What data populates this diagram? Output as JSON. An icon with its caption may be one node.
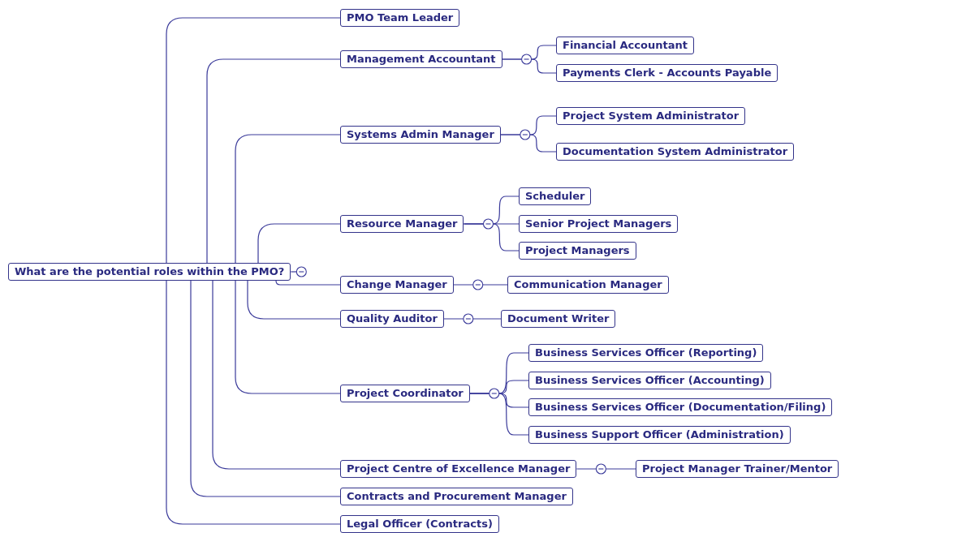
{
  "diagram": {
    "nodes": [
      {
        "text": [
          "What are the potential roles within the PMO?"
        ]
      },
      {
        "text": [
          "PMO Team Leader"
        ]
      },
      {
        "text": [
          "Management Accountant"
        ]
      },
      {
        "text": [
          "Financial Accountant"
        ]
      },
      {
        "text": [
          "Payments Clerk - Accounts Payable"
        ]
      },
      {
        "text": [
          "Systems Admin Manager"
        ]
      },
      {
        "text": [
          "Project System Administrator"
        ]
      },
      {
        "text": [
          "Documentation System Administrator"
        ]
      },
      {
        "text": [
          "Resource Manager"
        ]
      },
      {
        "text": [
          "Scheduler"
        ]
      },
      {
        "text": [
          "Senior Project Managers"
        ]
      },
      {
        "text": [
          "Project Managers"
        ]
      },
      {
        "text": [
          "Change Manager"
        ]
      },
      {
        "text": [
          "Communication Manager"
        ]
      },
      {
        "text": [
          "Quality Auditor"
        ]
      },
      {
        "text": [
          "Document Writer"
        ]
      },
      {
        "text": [
          "Project Coordinator"
        ]
      },
      {
        "text": [
          "Business Services Officer (Reporting)"
        ]
      },
      {
        "text": [
          "Business Services Officer (Accounting)"
        ]
      },
      {
        "text": [
          "Business Services Officer (Documentation/Filing)"
        ]
      },
      {
        "text": [
          "Business Support Officer (Administration)"
        ]
      },
      {
        "text": [
          "Project Centre of Excellence Manager"
        ]
      },
      {
        "text": [
          "Project Manager Trainer/Mentor"
        ]
      },
      {
        "text": [
          "Contracts and Procurement Manager"
        ]
      },
      {
        "text": [
          "Legal Officer (Contracts)"
        ]
      }
    ],
    "edges": [
      {
        "from": 0,
        "to": 1,
        "arrow": "none"
      },
      {
        "from": 0,
        "to": 2,
        "arrow": "none"
      },
      {
        "from": 2,
        "to": 3,
        "arrow": "none"
      },
      {
        "from": 2,
        "to": 4,
        "arrow": "none"
      },
      {
        "from": 0,
        "to": 5,
        "arrow": "none"
      },
      {
        "from": 5,
        "to": 6,
        "arrow": "none"
      },
      {
        "from": 5,
        "to": 7,
        "arrow": "none"
      },
      {
        "from": 0,
        "to": 8,
        "arrow": "none"
      },
      {
        "from": 8,
        "to": 9,
        "arrow": "none"
      },
      {
        "from": 8,
        "to": 10,
        "arrow": "none"
      },
      {
        "from": 8,
        "to": 11,
        "arrow": "none"
      },
      {
        "from": 0,
        "to": 12,
        "arrow": "none"
      },
      {
        "from": 12,
        "to": 13,
        "arrow": "none"
      },
      {
        "from": 0,
        "to": 14,
        "arrow": "none"
      },
      {
        "from": 14,
        "to": 15,
        "arrow": "none"
      },
      {
        "from": 0,
        "to": 16,
        "arrow": "none"
      },
      {
        "from": 16,
        "to": 17,
        "arrow": "none"
      },
      {
        "from": 16,
        "to": 18,
        "arrow": "none"
      },
      {
        "from": 16,
        "to": 19,
        "arrow": "none"
      },
      {
        "from": 16,
        "to": 20,
        "arrow": "none"
      },
      {
        "from": 0,
        "to": 21,
        "arrow": "none"
      },
      {
        "from": 21,
        "to": 22,
        "arrow": "none"
      },
      {
        "from": 0,
        "to": 23,
        "arrow": "none"
      },
      {
        "from": 0,
        "to": 24,
        "arrow": "none"
      }
    ]
  }
}
